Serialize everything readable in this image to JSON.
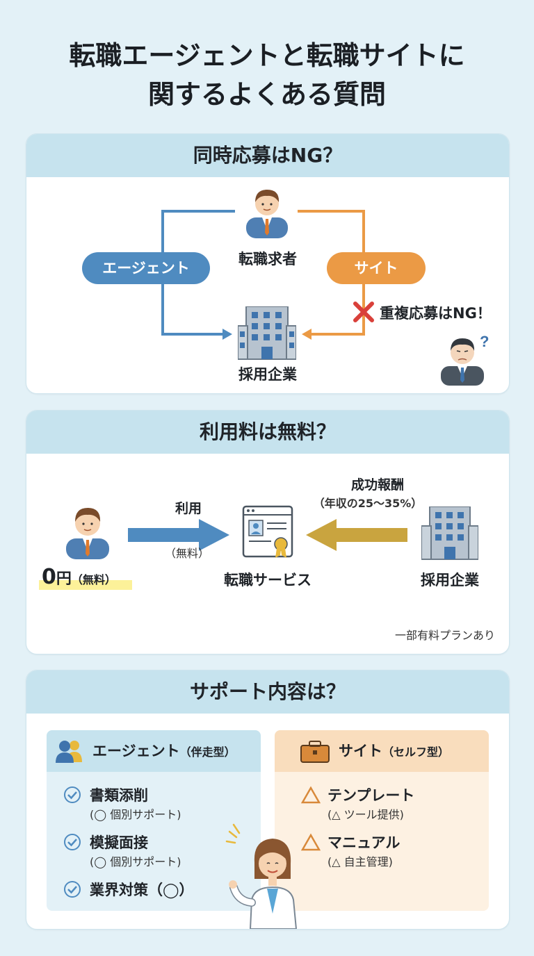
{
  "title_line1": "転職エージェントと転職サイトに",
  "title_line2": "関するよくある質問",
  "section1": {
    "heading": "同時応募はNG？",
    "agent_label": "エージェント",
    "site_label": "サイト",
    "seeker_label": "転職求者",
    "company_label": "採用企業",
    "warning": "重複応募はNG！",
    "colors": {
      "agent": "#4f8bc0",
      "site": "#eb9a45",
      "cross": "#d9403a"
    }
  },
  "section2": {
    "heading": "利用料は無料？",
    "use_label": "利用",
    "use_free": "（無料）",
    "fee_label": "成功報酬",
    "fee_detail": "（年収の25〜35%）",
    "zero": "0",
    "yen": "円",
    "yen_free": "（無料）",
    "service_label": "転職サービス",
    "company_label": "採用企業",
    "note": "一部有料プランあり",
    "colors": {
      "left_arrow": "#4f8bc0",
      "right_arrow": "#c9a43f"
    }
  },
  "section3": {
    "heading": "サポート内容は？",
    "agent": {
      "title": "エージェント",
      "type": "（伴走型）",
      "items": [
        {
          "main": "書類添削",
          "sub": "(◯ 個別サポート)"
        },
        {
          "main": "模擬面接",
          "sub": "(◯ 個別サポート)"
        },
        {
          "main": "業界対策（◯）",
          "sub": ""
        }
      ]
    },
    "site": {
      "title": "サイト",
      "type": "（セルフ型）",
      "items": [
        {
          "main": "テンプレート",
          "sub": "(△ ツール提供)"
        },
        {
          "main": "マニュアル",
          "sub": "(△ 自主管理)"
        }
      ]
    },
    "icons": {
      "check": "check-circle-icon",
      "triangle": "triangle-icon"
    }
  }
}
